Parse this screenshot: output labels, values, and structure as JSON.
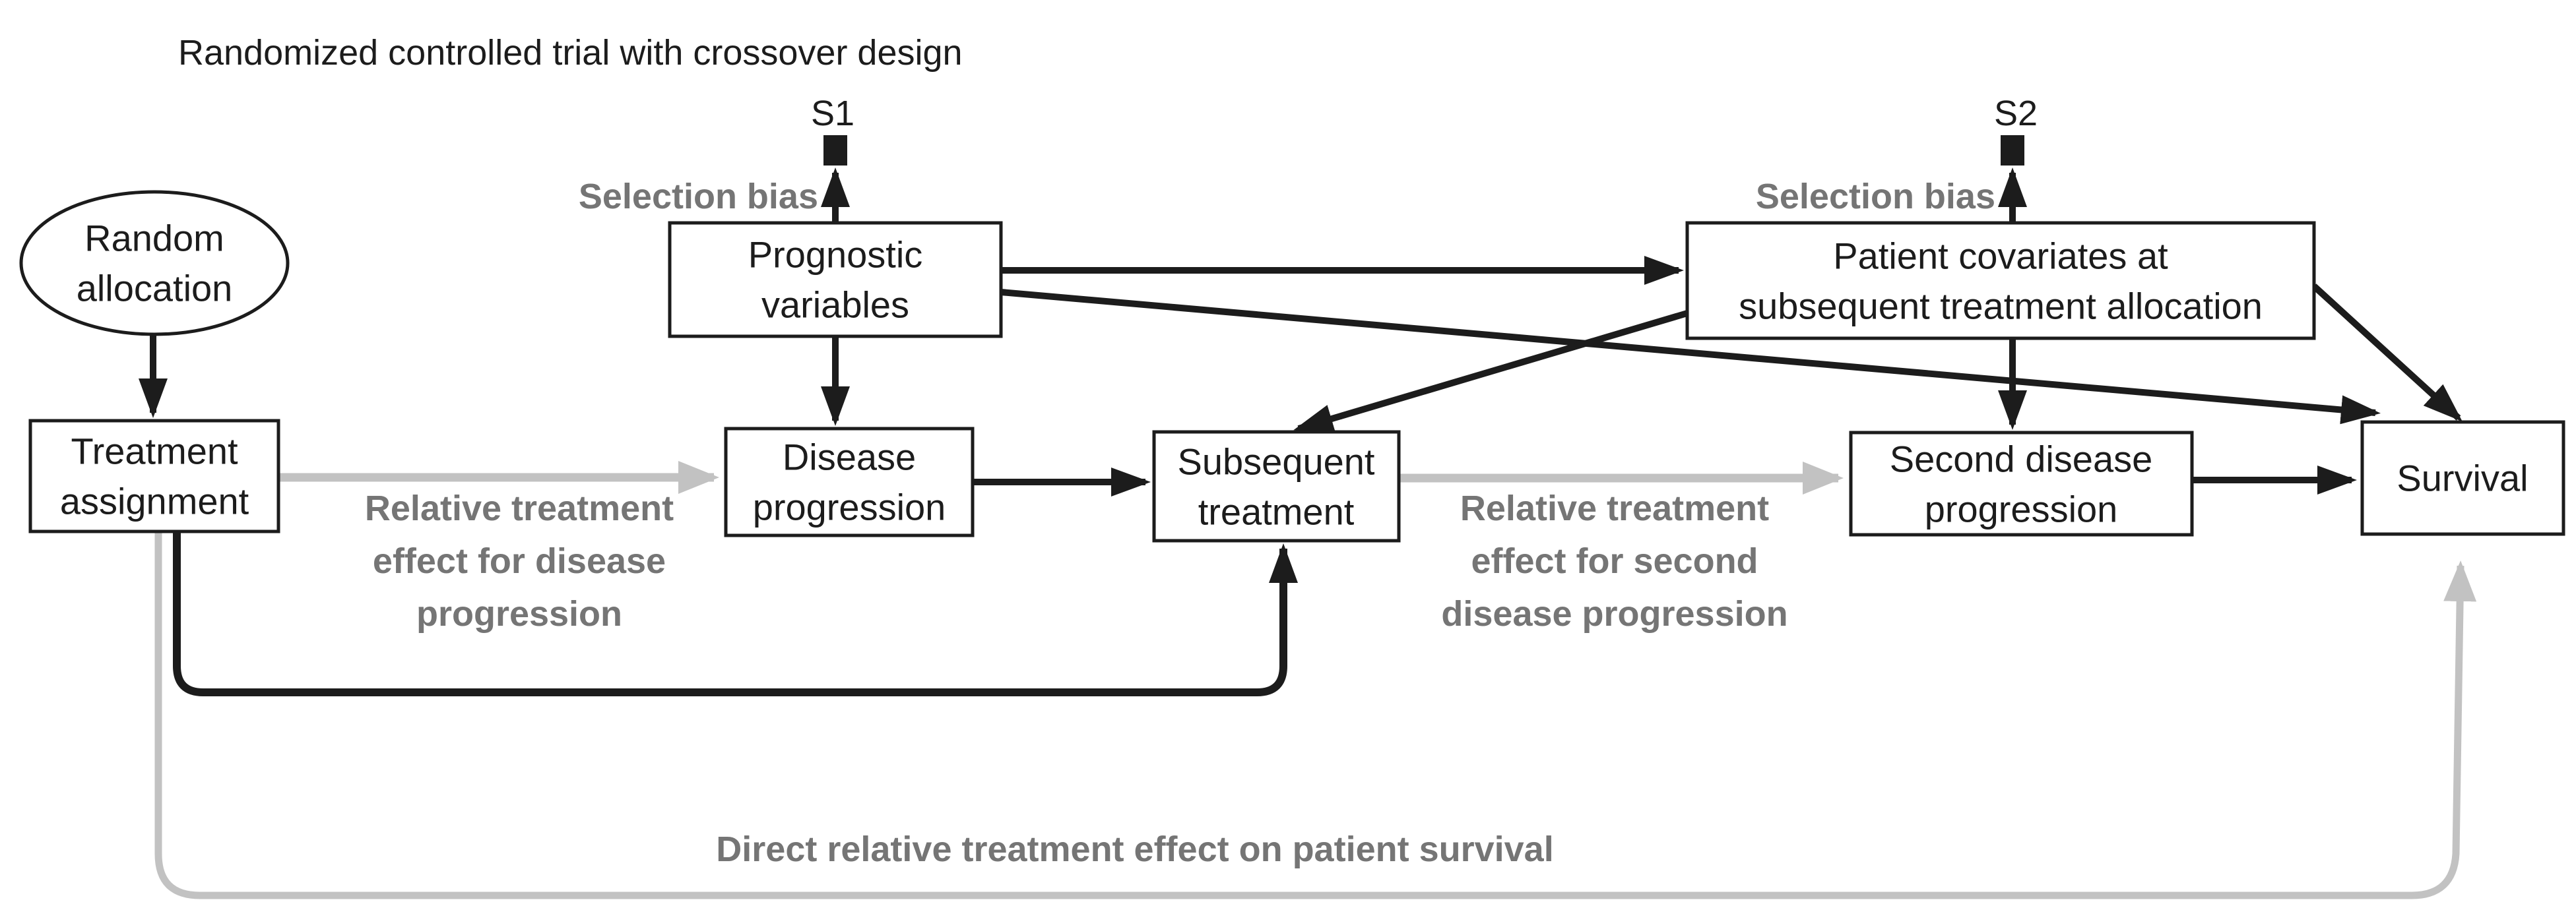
{
  "title": "Randomized controlled trial with crossover design",
  "nodes": {
    "random_allocation": {
      "shape": "ellipse",
      "lines": [
        "Random",
        "allocation"
      ]
    },
    "treatment_assignment": {
      "shape": "box",
      "lines": [
        "Treatment",
        "assignment"
      ]
    },
    "prognostic_variables": {
      "shape": "box",
      "lines": [
        "Prognostic",
        "variables"
      ]
    },
    "disease_progression": {
      "shape": "box",
      "lines": [
        "Disease",
        "progression"
      ]
    },
    "subsequent_treatment": {
      "shape": "box",
      "lines": [
        "Subsequent",
        "treatment"
      ]
    },
    "patient_covariates": {
      "shape": "box",
      "lines": [
        "Patient covariates at",
        "subsequent treatment allocation"
      ]
    },
    "second_disease_progression": {
      "shape": "box",
      "lines": [
        "Second disease",
        "progression"
      ]
    },
    "survival": {
      "shape": "box",
      "lines": [
        "Survival"
      ]
    }
  },
  "selection_nodes": {
    "s1": "S1",
    "s2": "S2"
  },
  "edge_labels": {
    "selection_bias_1": "Selection bias",
    "selection_bias_2": "Selection bias",
    "relative_effect_first": [
      "Relative treatment",
      "effect for disease",
      "progression"
    ],
    "relative_effect_second": [
      "Relative treatment",
      "effect for second",
      "disease progression"
    ],
    "direct_effect": "Direct relative treatment effect on patient survival"
  },
  "edges": [
    {
      "from": "Random allocation",
      "to": "Treatment assignment",
      "style": "black"
    },
    {
      "from": "Prognostic variables",
      "to": "S1",
      "style": "black",
      "label": "Selection bias"
    },
    {
      "from": "Prognostic variables",
      "to": "Disease progression",
      "style": "black"
    },
    {
      "from": "Prognostic variables",
      "to": "Patient covariates at subsequent treatment allocation",
      "style": "black"
    },
    {
      "from": "Prognostic variables",
      "to": "Survival",
      "style": "black"
    },
    {
      "from": "Treatment assignment",
      "to": "Disease progression",
      "style": "gray",
      "label": "Relative treatment effect for disease progression"
    },
    {
      "from": "Treatment assignment",
      "to": "Subsequent treatment",
      "style": "black"
    },
    {
      "from": "Treatment assignment",
      "to": "Survival",
      "style": "gray",
      "label": "Direct relative treatment effect on patient survival"
    },
    {
      "from": "Disease progression",
      "to": "Subsequent treatment",
      "style": "black"
    },
    {
      "from": "Patient covariates at subsequent treatment allocation",
      "to": "Subsequent treatment",
      "style": "black"
    },
    {
      "from": "Patient covariates at subsequent treatment allocation",
      "to": "S2",
      "style": "black",
      "label": "Selection bias"
    },
    {
      "from": "Patient covariates at subsequent treatment allocation",
      "to": "Second disease progression",
      "style": "black"
    },
    {
      "from": "Patient covariates at subsequent treatment allocation",
      "to": "Survival",
      "style": "black"
    },
    {
      "from": "Subsequent treatment",
      "to": "Second disease progression",
      "style": "gray",
      "label": "Relative treatment effect for second disease progression"
    },
    {
      "from": "Second disease progression",
      "to": "Survival",
      "style": "black"
    }
  ],
  "colors": {
    "ink": "#1c1c1c",
    "gray_label": "#757575",
    "gray_arrow": "#c2c2c2",
    "node_fill": "#ffffff",
    "background": "#ffffff"
  }
}
